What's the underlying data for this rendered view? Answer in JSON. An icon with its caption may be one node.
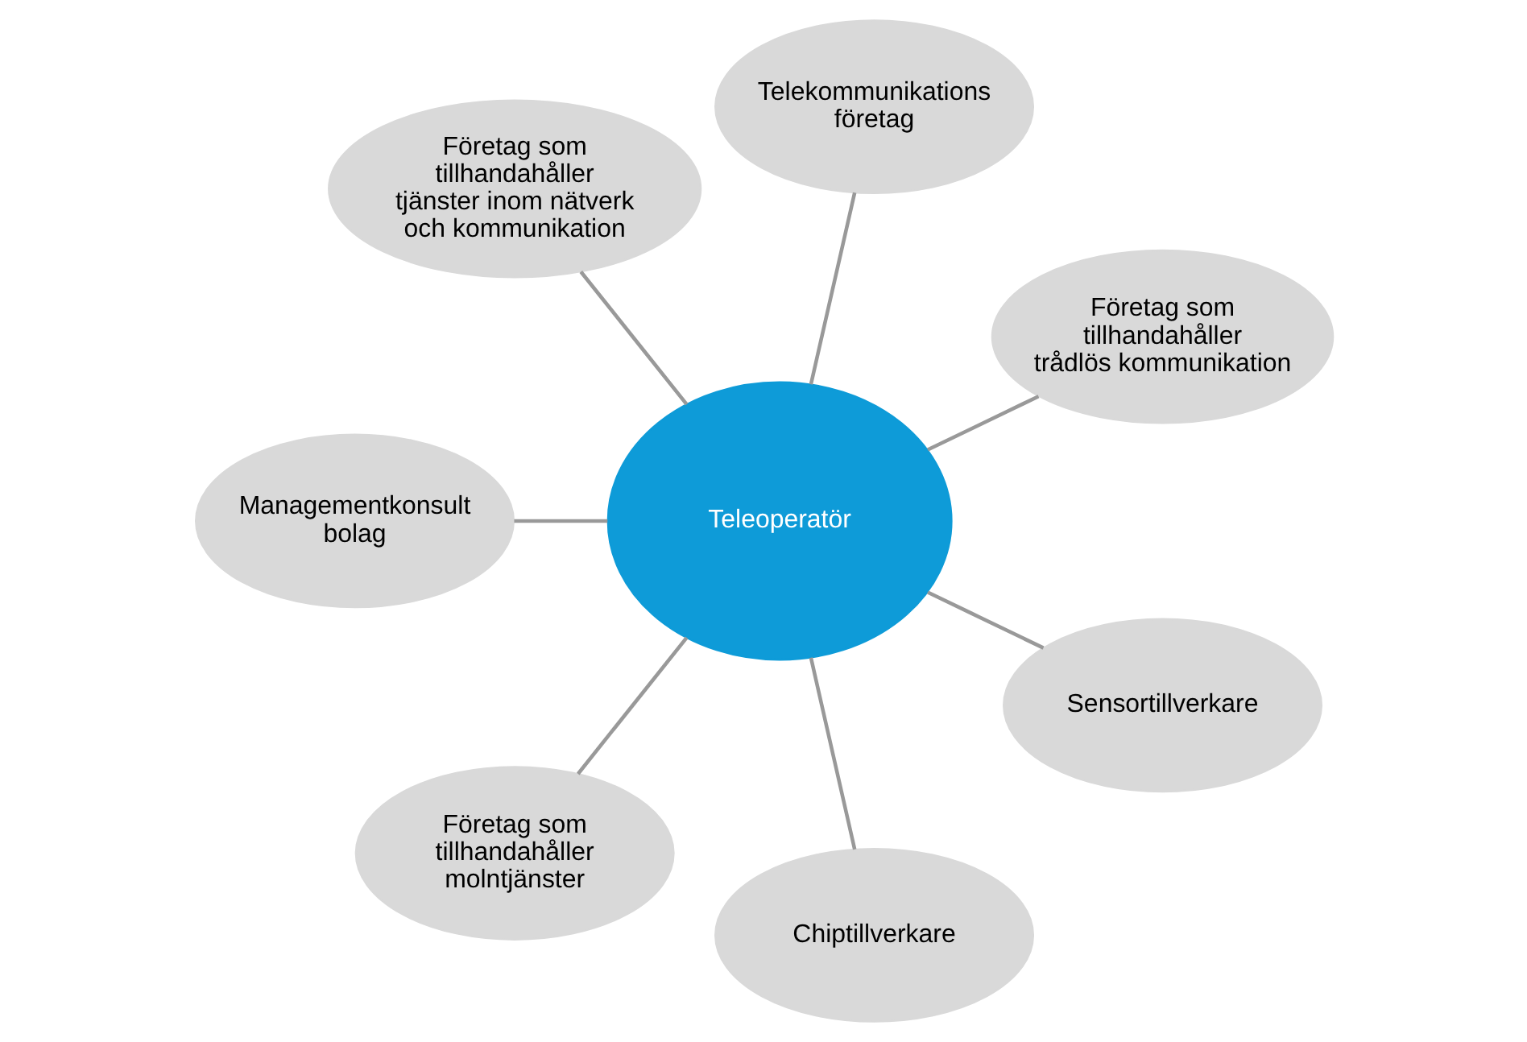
{
  "diagram": {
    "nodes": [
      {
        "text": [
          "Företag som tillhandahåller trådlös kommunikation"
        ]
      },
      {
        "text": [
          "Telekommunikations företag"
        ]
      },
      {
        "text": [
          "Företag som tillhandahåller tjänster inom nätverk och kommunikation"
        ]
      },
      {
        "text": [
          "Teleoperatör"
        ]
      },
      {
        "text": [
          "Managementkonsult bolag"
        ]
      },
      {
        "text": [
          "Företag som tillhandahåller molntjänster"
        ]
      },
      {
        "text": [
          "Chiptillverkare"
        ]
      },
      {
        "text": [
          "Sensortillverkare"
        ]
      }
    ],
    "edges": [
      {
        "from": 3,
        "to": 0,
        "arrow": "none"
      },
      {
        "from": 3,
        "to": 2,
        "arrow": "none"
      },
      {
        "from": 3,
        "to": 5,
        "arrow": "none"
      },
      {
        "from": 3,
        "to": 7,
        "arrow": "none"
      },
      {
        "from": 3,
        "to": 6,
        "arrow": "none"
      },
      {
        "from": 3,
        "to": 4,
        "arrow": "none"
      },
      {
        "from": 3,
        "to": 1,
        "arrow": "none"
      }
    ]
  }
}
